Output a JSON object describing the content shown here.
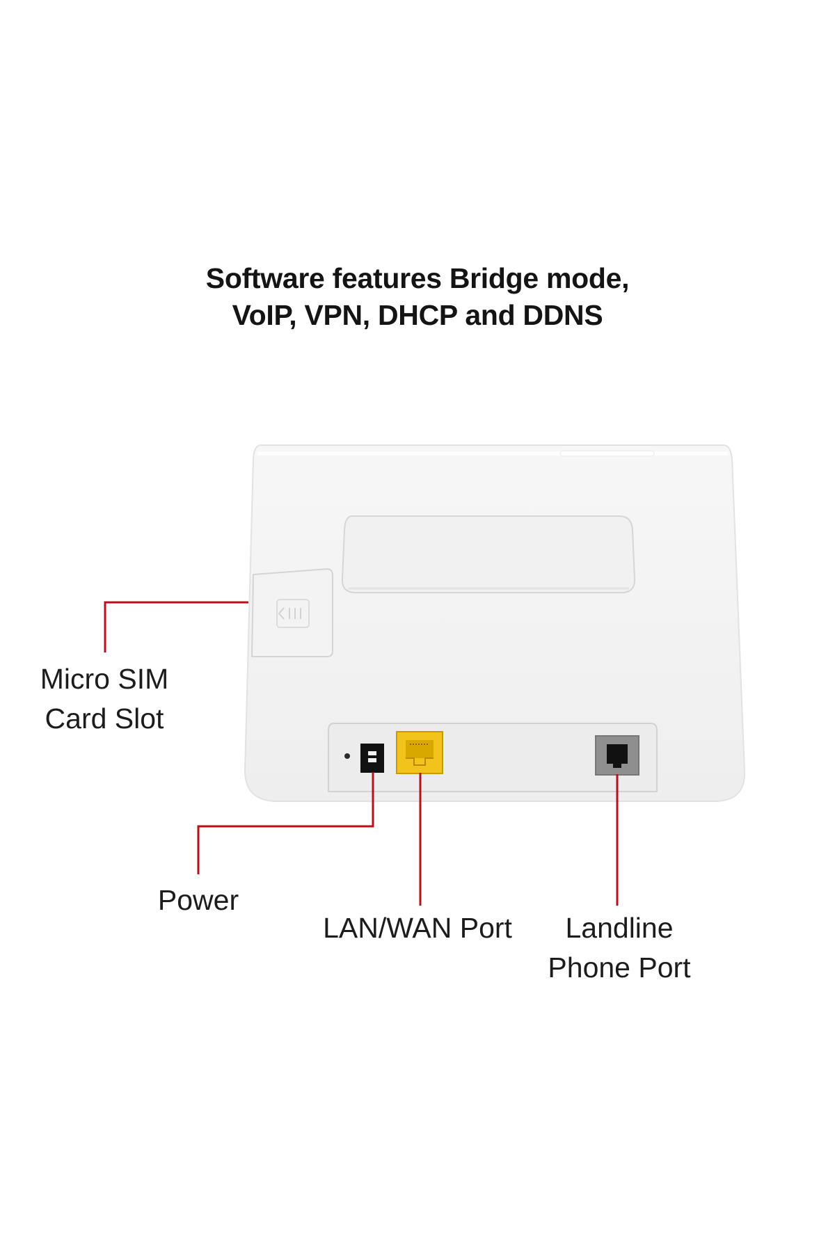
{
  "headline": {
    "line1": "Software features Bridge mode,",
    "line2": "VoIP, VPN, DHCP and DDNS"
  },
  "callouts": {
    "sim": {
      "line1": "Micro SIM",
      "line2": "Card Slot"
    },
    "power": {
      "line1": "Power"
    },
    "lan_wan": {
      "line1": "LAN/WAN Port"
    },
    "landline": {
      "line1": "Landline",
      "line2": "Phone Port"
    }
  },
  "colors": {
    "leader_line": "#b5121b",
    "device_body": "#f4f4f4",
    "lan_port": "#f2c31a",
    "phone_port": "#8f8f8f",
    "text": "#1c1c1c"
  }
}
